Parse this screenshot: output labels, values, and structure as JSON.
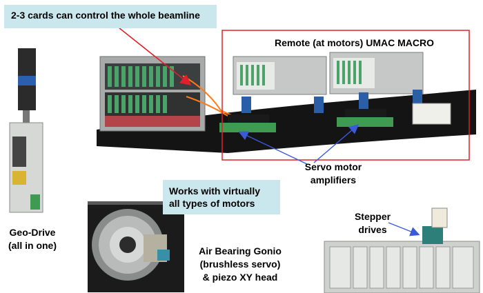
{
  "callouts": {
    "cards": "2-3 cards can control the whole beamline",
    "motors_line1": "Works with virtually",
    "motors_line2": "all types of motors"
  },
  "labels": {
    "remote": "Remote (at motors) UMAC MACRO",
    "servo_line1": "Servo motor",
    "servo_line2": "amplifiers",
    "geo_line1": "Geo-Drive",
    "geo_line2": "(all in one)",
    "air_line1": "Air Bearing Gonio",
    "air_line2": "(brushless servo)",
    "air_line3": "& piezo XY head",
    "stepper_line1": "Stepper",
    "stepper_line2": "drives"
  },
  "colors": {
    "callout_bg": "#c9e7ec",
    "highlight_box": "#e0202a",
    "arrow_red": "#e0202a",
    "arrow_blue": "#3a5ad9"
  }
}
